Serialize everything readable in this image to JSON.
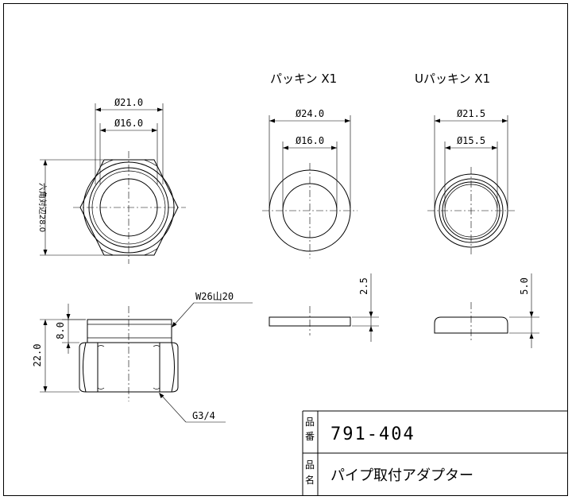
{
  "labels": {
    "packing_title": "パッキン  X1",
    "u_packing_title": "Uパッキン  X1",
    "dia_21_0": "Ø21.0",
    "dia_16_0_a": "Ø16.0",
    "hex_across": "六角対辺28.0",
    "dia_24_0": "Ø24.0",
    "dia_16_0_b": "Ø16.0",
    "dia_21_5": "Ø21.5",
    "dia_15_5": "Ø15.5",
    "thread_w26": "W26山20",
    "height_22": "22.0",
    "height_8": "8.0",
    "thread_g34": "G3/4",
    "thick_2_5": "2.5",
    "thick_5_0": "5.0"
  },
  "title_block": {
    "part_no_label": "品番",
    "part_no": "791-404",
    "name_label": "品名",
    "name": "パイプ取付アダプター"
  }
}
